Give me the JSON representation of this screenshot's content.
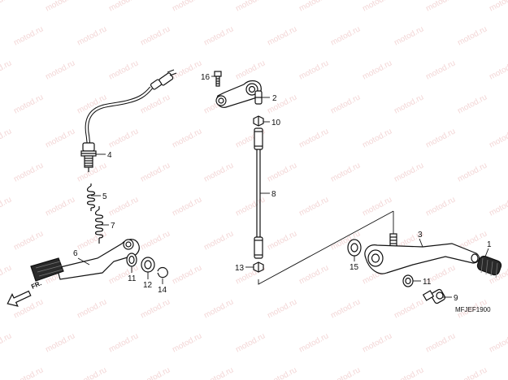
{
  "watermark": {
    "text": "motod.ru",
    "color": "#e9b3b3"
  },
  "diagram_code": "MFJEF1900",
  "direction_marker": {
    "text": "FR.",
    "icon": "arrow-left-icon"
  },
  "callouts": [
    "1",
    "2",
    "3",
    "4",
    "5",
    "6",
    "7",
    "8",
    "9",
    "10",
    "11",
    "11",
    "12",
    "13",
    "14",
    "15",
    "16"
  ],
  "colors": {
    "line": "#111111",
    "background": "#ffffff",
    "rubber": "#2a2a2a"
  }
}
